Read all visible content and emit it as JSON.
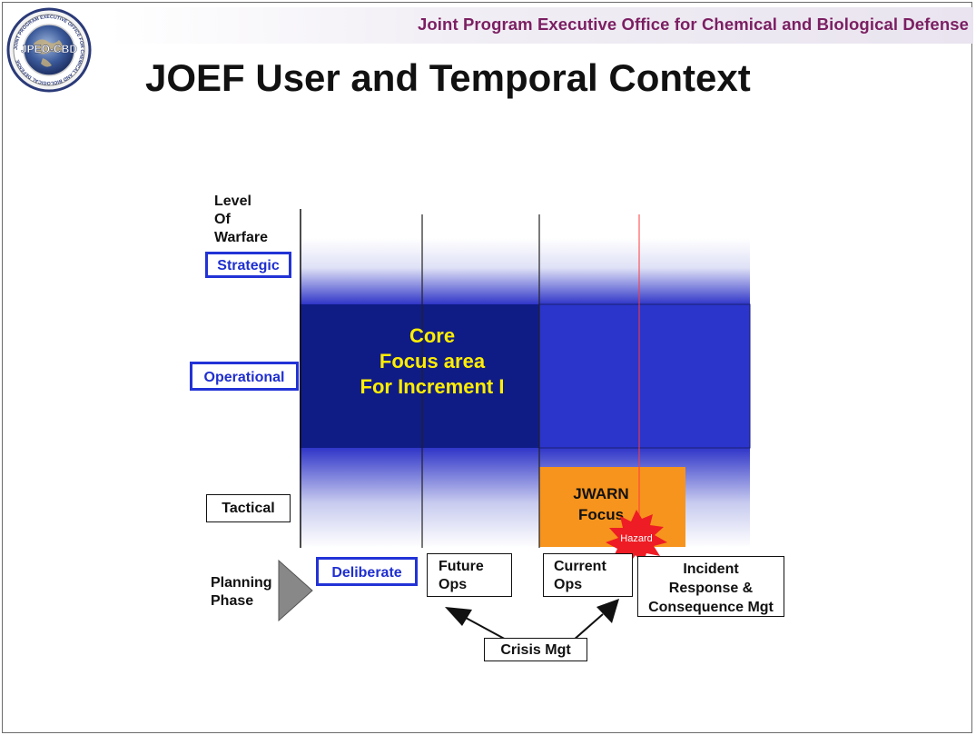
{
  "header": {
    "organization": "Joint Program Executive Office for Chemical and Biological Defense",
    "logo_text": "JPEO-CBD",
    "logo_ring_text": "JOINT PROGRAM EXECUTIVE OFFICE FOR CHEMICAL AND BIOLOGICAL DEFENSE"
  },
  "title": "JOEF User and Temporal Context",
  "diagram": {
    "y_axis": {
      "title_lines": [
        "Level",
        "Of",
        "Warfare"
      ],
      "levels": {
        "strategic": "Strategic",
        "operational": "Operational",
        "tactical": "Tactical"
      }
    },
    "core": {
      "lines": [
        "Core",
        "Focus area",
        "For Increment I"
      ]
    },
    "jwarn": {
      "lines": [
        "JWARN",
        "Focus"
      ]
    },
    "hazard": "Hazard",
    "planning": {
      "label_lines": [
        "Planning",
        "Phase"
      ],
      "phases": {
        "deliberate": "Deliberate",
        "future_ops": [
          "Future",
          "Ops"
        ],
        "current_ops": [
          "Current",
          "Ops"
        ],
        "incident": [
          "Incident",
          "Response &",
          "Consequence Mgt"
        ]
      }
    },
    "crisis": "Crisis Mgt",
    "colors": {
      "core_fill": "#101c86",
      "upper_right_fill": "#2b35cc",
      "band_blue": "#3036c8",
      "jwarn_fill": "#f7941d",
      "hazard_fill": "#ee1c24",
      "marker_line": "#ff3b3b",
      "level_border": "#2233d6",
      "org_text": "#7b1f62"
    }
  }
}
